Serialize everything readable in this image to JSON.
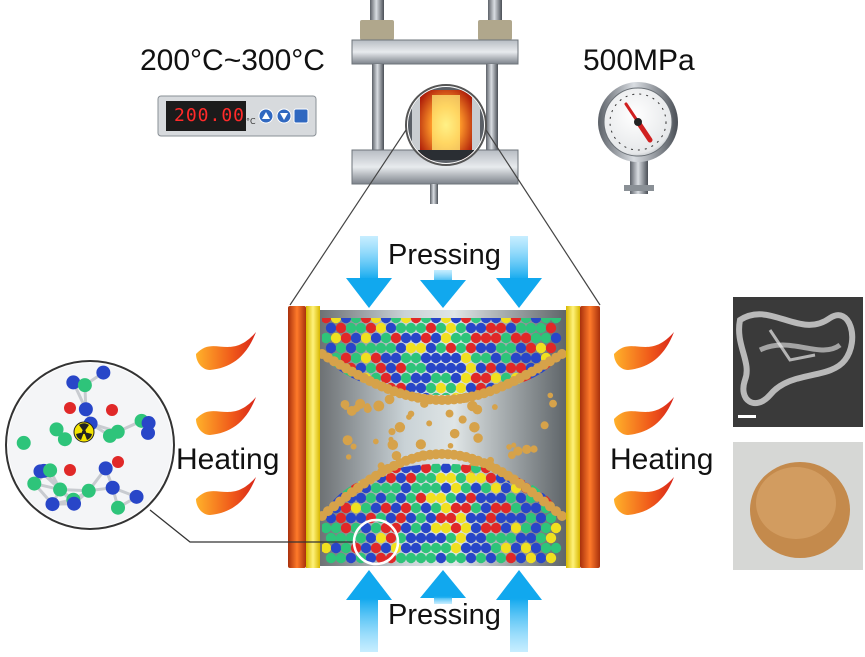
{
  "labels": {
    "temperature_range": "200°C~300°C",
    "pressure": "500MPa",
    "pressing_top": "Pressing",
    "pressing_bottom": "Pressing",
    "heating_left": "Heating",
    "heating_right": "Heating"
  },
  "controller": {
    "display_value": "200.00",
    "unit": "°C"
  },
  "colors": {
    "arrow": "#1ab0f0",
    "heater": "#e8501c",
    "flame": "#f05a1a",
    "particle_gold": "#d6a24a",
    "atom_blue": "#2846c8",
    "atom_green": "#2ec47a",
    "atom_red": "#e02828",
    "atom_yellow": "#f0e020"
  },
  "icons": [
    "temperature-controller-icon",
    "pressure-gauge-icon",
    "hydraulic-press-icon",
    "crystal-structure-icon",
    "radiation-icon"
  ]
}
